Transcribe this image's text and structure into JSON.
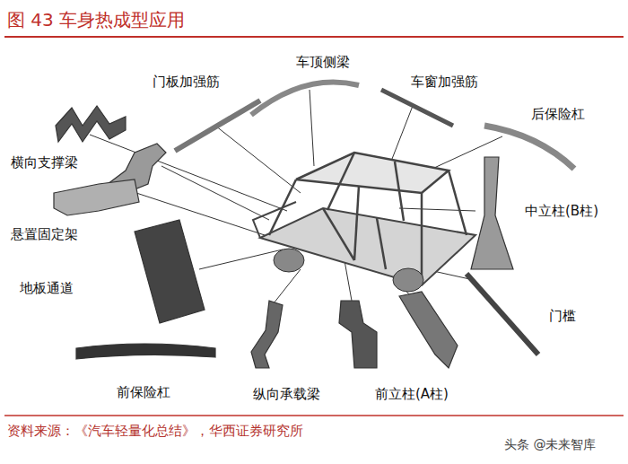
{
  "diagram": {
    "title": "图 43 车身热成型应用",
    "caption": "资料来源：《汽车轻量化总结》，华西证券研究所",
    "labels": [
      "车顶侧梁",
      "门板加强筋",
      "车窗加强筋",
      "后保险杠",
      "横向支撑梁",
      "中立柱(B柱)",
      "悬置固定架",
      "地板通道",
      "门槛",
      "前保险杠",
      "纵向承载梁",
      "前立柱(A柱)",
      "头条 @未来智库"
    ]
  }
}
